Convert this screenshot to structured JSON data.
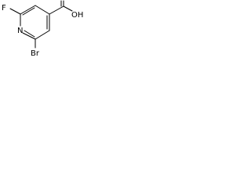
{
  "molecule": {
    "atoms": {
      "fluorine": "F",
      "nitrogen": "N",
      "bromine": "Br",
      "carbonyl_oxygen": "O",
      "hydroxyl": "OH"
    }
  },
  "colors": {
    "bond": "#000000",
    "label": "#000000",
    "background": "#ffffff"
  }
}
